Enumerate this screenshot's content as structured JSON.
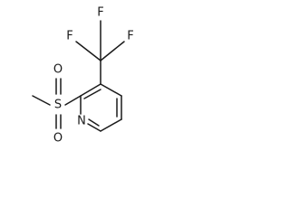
{
  "molecule": {
    "atoms": {
      "fluorine_top": "F",
      "fluorine_left": "F",
      "fluorine_right": "F",
      "sulfur": "S",
      "oxygen_top": "O",
      "oxygen_bottom": "O",
      "nitrogen": "N"
    }
  }
}
